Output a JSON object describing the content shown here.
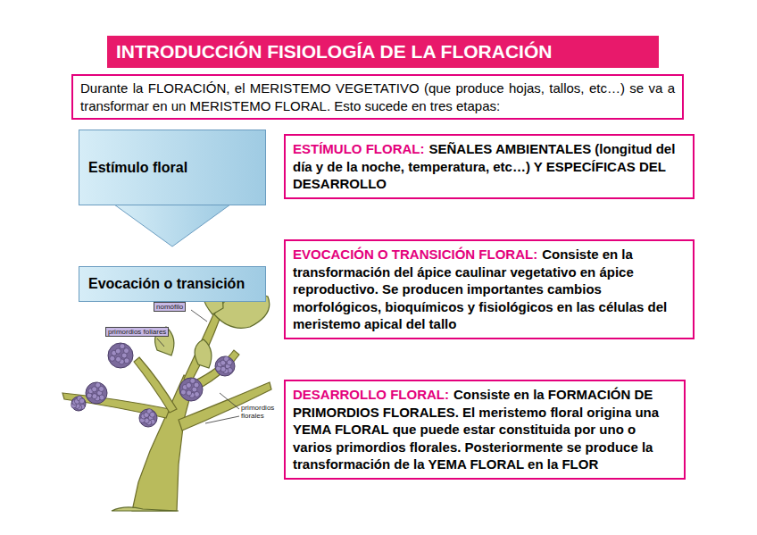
{
  "diagram": {
    "title": "INTRODUCCIÓN FISIOLOGÍA DE LA FLORACIÓN",
    "nodes": [
      {
        "text": [
          "Durante la FLORACIÓN, el MERISTEMO VEGETATIVO (que produce hojas, tallos, etc…) se va a transformar en un MERISTEMO FLORAL. Esto sucede en tres etapas:"
        ]
      },
      {
        "text": [
          "Estímulo floral"
        ]
      },
      {
        "text": [
          "ESTÍMULO FLORAL:",
          "SEÑALES AMBIENTALES (longitud del día y de la noche, temperatura, etc…) Y ESPECÍFICAS DEL DESARROLLO"
        ]
      },
      {
        "text": [
          "Evocación o transición"
        ]
      },
      {
        "text": [
          "EVOCACIÓN O TRANSICIÓN FLORAL:",
          "Consiste en la transformación del ápice caulinar vegetativo en ápice reproductivo. Se producen importantes cambios morfológicos, bioquímicos y fisiológicos en las células del meristemo apical del tallo"
        ]
      },
      {
        "text": [
          "DESARROLLO FLORAL:",
          "Consiste en la FORMACIÓN DE PRIMORDIOS FLORALES. El meristemo floral origina una YEMA FLORAL que puede estar constituida por uno o varios primordios florales. Posteriormente se produce la transformación de la YEMA FLORAL en la FLOR"
        ]
      }
    ],
    "edges": [
      {
        "from": 1,
        "to": 3,
        "arrow": "to"
      }
    ],
    "labels": [
      "nomófilo",
      "primordios foliares",
      "primordios florales"
    ]
  }
}
